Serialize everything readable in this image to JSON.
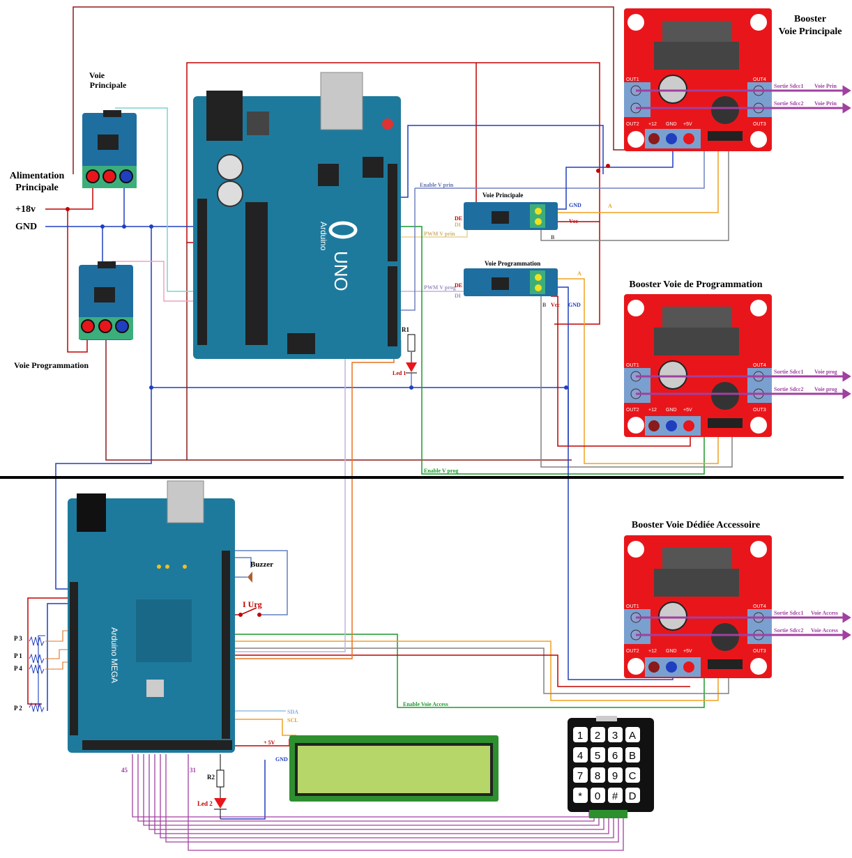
{
  "labels": {
    "booster1_title": "Booster",
    "booster1_title2": "Voie Principale",
    "booster2_title": "Booster Voie de Programmation",
    "booster3_title": "Booster Voie Dédiée Accessoire",
    "alim_title": "Alimentation",
    "alim_title2": "Principale",
    "plus18": "+18v",
    "gnd_main": "GND",
    "sensor_top": "Voie",
    "sensor_top2": "Principale",
    "sensor_bottom": "Voie Programmation",
    "rs485_top": "Voie Principale",
    "rs485_bottom": "Voie Programmation",
    "r1": "R1",
    "led1": "Led 1",
    "r2": "R2",
    "led2": "Led 2",
    "buzzer": "Buzzer",
    "iurg": "I Urg",
    "p1": "P 1",
    "p2": "P 2",
    "p3": "P 3",
    "p4": "P 4",
    "sda": "SDA",
    "scl": "SCL",
    "plus5v": "+ 5V",
    "gnd_lcd": "GND",
    "pin45": "45",
    "pin31": "31",
    "enable_vprin": "Enable V prin",
    "pwm_vprin": "PWM V prin",
    "pwm_vprog": "PWM V prog",
    "enable_vprog": "Enable V prog",
    "enable_vaccess": "Enable Voie Access",
    "de": "DE",
    "di": "DI",
    "a": "A",
    "b": "B",
    "vcc": "Vcc",
    "gnd_small": "GND",
    "out1": "OUT1",
    "out2": "OUT2",
    "out3": "OUT3",
    "out4": "OUT4",
    "p12": "+12",
    "gnd_b": "GND",
    "p5v": "+5V",
    "sortie1_prin": "Sortie Sdcc1",
    "sortie2_prin": "Sortie Sdcc2",
    "voie_prin": "Voie Prin",
    "voie_prog": "Voie prog",
    "voie_access": "Voie Access",
    "uno_brand": "Arduino",
    "uno_model": "UNO",
    "mega_brand": "Arduino MEGA",
    "keys": [
      "1",
      "2",
      "3",
      "A",
      "4",
      "5",
      "6",
      "B",
      "7",
      "8",
      "9",
      "C",
      "*",
      "0",
      "#",
      "D"
    ]
  },
  "colors": {
    "wire_red": "#c00000",
    "wire_dark_red": "#8b1a1a",
    "wire_blue": "#1f3fbf",
    "wire_green": "#1a9a2a",
    "wire_orange": "#f0a020",
    "wire_purple": "#a040a0",
    "board_red": "#e8161a",
    "arduino_teal": "#1e7a9c",
    "lcd_green": "#b6d66a"
  }
}
